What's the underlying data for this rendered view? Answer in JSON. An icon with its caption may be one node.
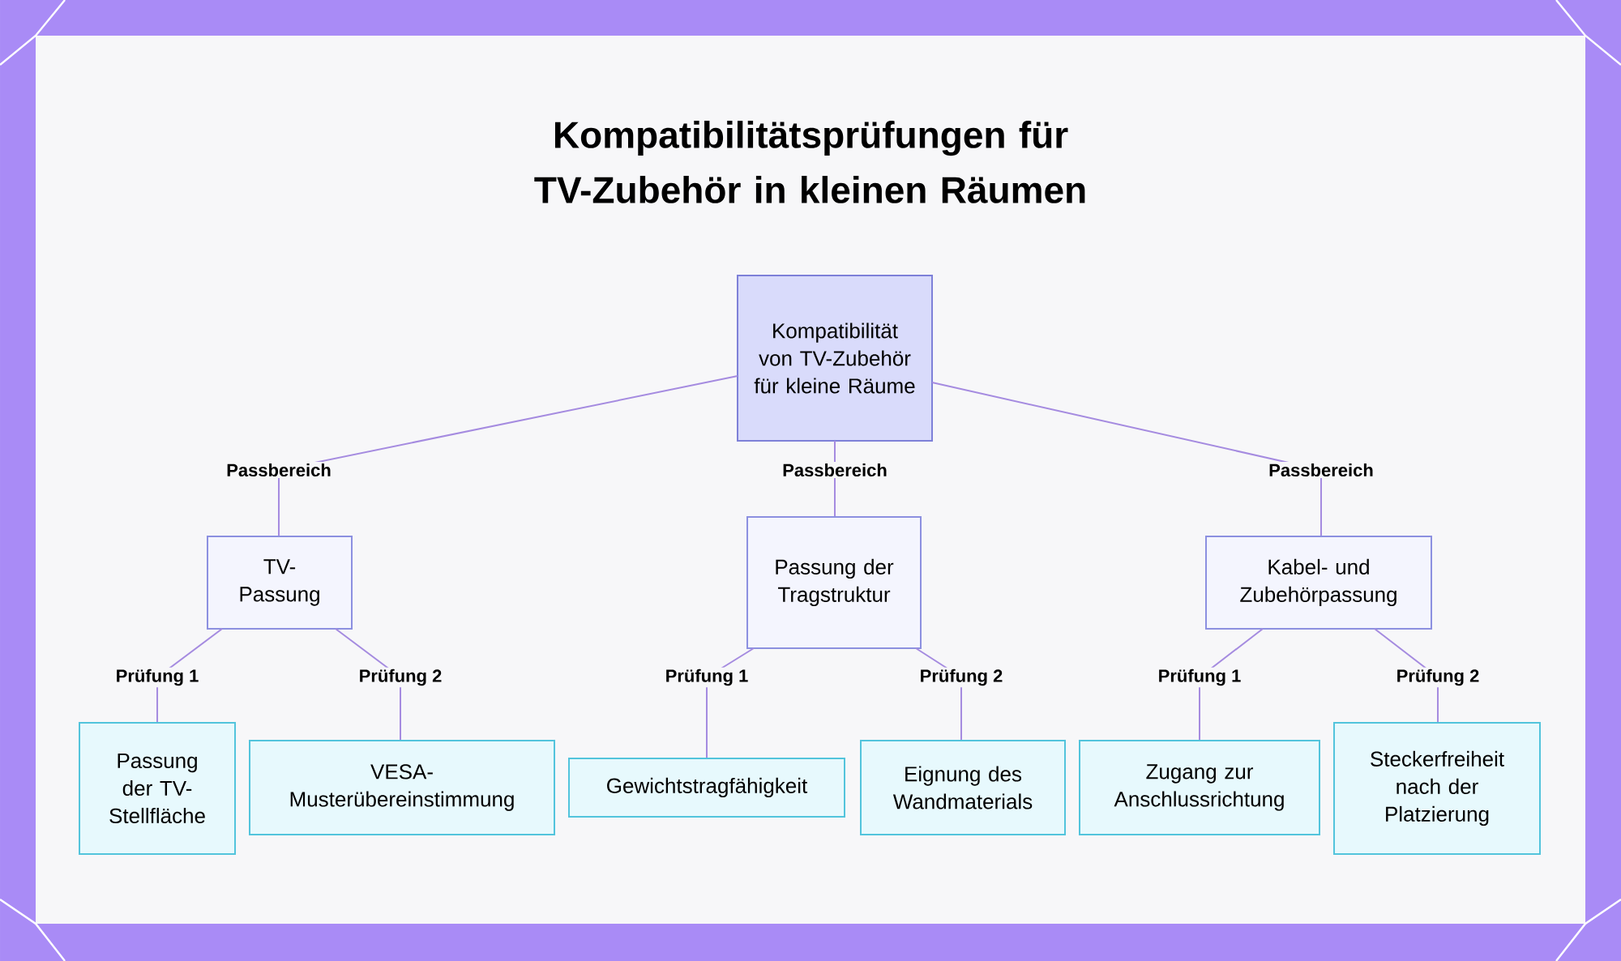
{
  "diagram": {
    "title": "Kompatibilitätsprüfungen für TV-Zubehör in kleinen Räumen",
    "nodes": [
      {
        "text": [
          "Kompatibilität von TV-Zubehör für kleine Räume"
        ]
      },
      {
        "text": [
          "TV-Passung"
        ]
      },
      {
        "text": [
          "Passung der Tragstruktur"
        ]
      },
      {
        "text": [
          "Kabel- und Zubehörpassung"
        ]
      },
      {
        "text": [
          "Passung der TV-Stellfläche"
        ]
      },
      {
        "text": [
          "VESA-Musterübereinstimmung"
        ]
      },
      {
        "text": [
          "Gewichtstragfähigkeit"
        ]
      },
      {
        "text": [
          "Eignung des Wandmaterials"
        ]
      },
      {
        "text": [
          "Zugang zur Anschlussrichtung"
        ]
      },
      {
        "text": [
          "Steckerfreiheit nach der Platzierung"
        ]
      }
    ],
    "edges": [
      {
        "from": 0,
        "to": 1,
        "arrow": "none",
        "label": "Passbereich"
      },
      {
        "from": 0,
        "to": 2,
        "arrow": "none",
        "label": "Passbereich"
      },
      {
        "from": 0,
        "to": 3,
        "arrow": "none",
        "label": "Passbereich"
      },
      {
        "from": 1,
        "to": 4,
        "arrow": "none",
        "label": "Prüfung 1"
      },
      {
        "from": 1,
        "to": 5,
        "arrow": "none",
        "label": "Prüfung 2"
      },
      {
        "from": 2,
        "to": 6,
        "arrow": "none",
        "label": "Prüfung 1"
      },
      {
        "from": 2,
        "to": 7,
        "arrow": "none",
        "label": "Prüfung 2"
      },
      {
        "from": 3,
        "to": 8,
        "arrow": "none",
        "label": "Prüfung 1"
      },
      {
        "from": 3,
        "to": 9,
        "arrow": "none",
        "label": "Prüfung 2"
      }
    ]
  }
}
